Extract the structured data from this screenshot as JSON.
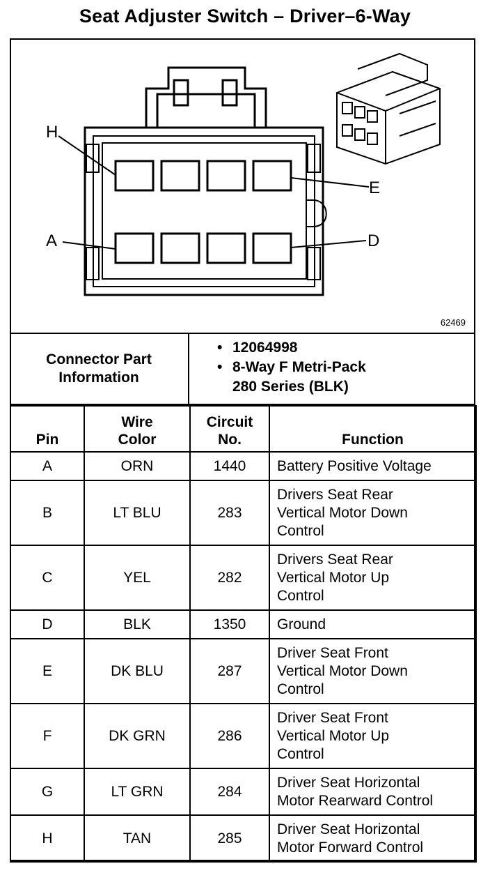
{
  "title": "Seat Adjuster Switch – Driver–6-Way",
  "figure": {
    "number": "62469",
    "pin_labels": {
      "h": "H",
      "e": "E",
      "a": "A",
      "d": "D"
    }
  },
  "connector": {
    "label_line1": "Connector Part",
    "label_line2": "Information",
    "items": [
      "12064998",
      "8-Way F Metri-Pack",
      "280 Series (BLK)"
    ]
  },
  "table": {
    "headers": {
      "pin": "Pin",
      "wire_color_1": "Wire",
      "wire_color_2": "Color",
      "circuit_1": "Circuit",
      "circuit_2": "No.",
      "function": "Function"
    },
    "rows": [
      {
        "pin": "A",
        "color": "ORN",
        "circuit": "1440",
        "f1": "Battery Positive Voltage",
        "f2": "",
        "f3": ""
      },
      {
        "pin": "B",
        "color": "LT BLU",
        "circuit": "283",
        "f1": "Drivers Seat Rear",
        "f2": "Vertical Motor Down",
        "f3": "Control"
      },
      {
        "pin": "C",
        "color": "YEL",
        "circuit": "282",
        "f1": "Drivers Seat Rear",
        "f2": "Vertical Motor Up",
        "f3": "Control"
      },
      {
        "pin": "D",
        "color": "BLK",
        "circuit": "1350",
        "f1": "Ground",
        "f2": "",
        "f3": ""
      },
      {
        "pin": "E",
        "color": "DK BLU",
        "circuit": "287",
        "f1": "Driver Seat Front",
        "f2": "Vertical Motor Down",
        "f3": "Control"
      },
      {
        "pin": "F",
        "color": "DK GRN",
        "circuit": "286",
        "f1": "Driver Seat Front",
        "f2": "Vertical Motor Up",
        "f3": "Control"
      },
      {
        "pin": "G",
        "color": "LT GRN",
        "circuit": "284",
        "f1": "Driver Seat Horizontal",
        "f2": "Motor Rearward Control",
        "f3": ""
      },
      {
        "pin": "H",
        "color": "TAN",
        "circuit": "285",
        "f1": "Driver Seat Horizontal",
        "f2": "Motor Forward Control",
        "f3": ""
      }
    ]
  }
}
